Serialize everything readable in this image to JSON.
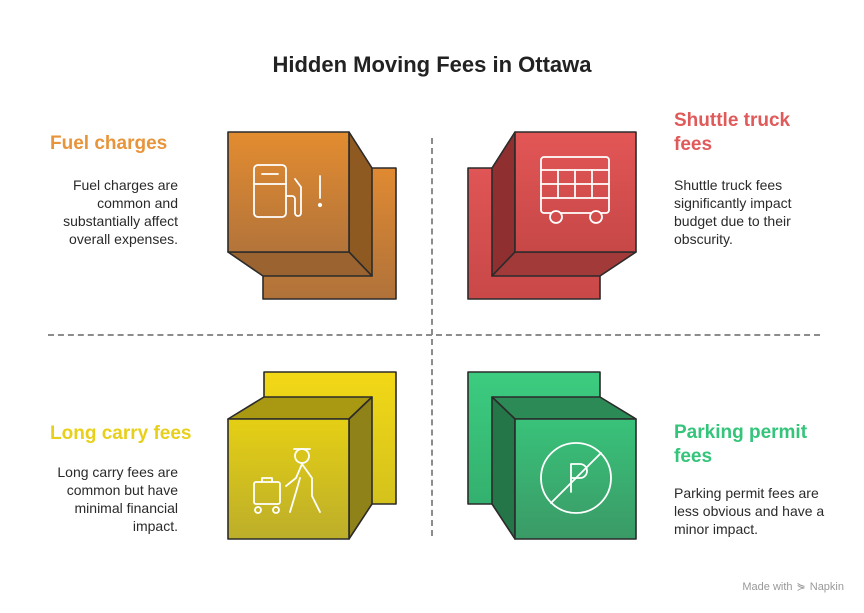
{
  "title": "Hidden Moving Fees in Ottawa",
  "quadrants": [
    {
      "id": "fuel",
      "heading": "Fuel charges",
      "description": "Fuel charges are common and substantially affect overall expenses.",
      "color": "#e8943a",
      "icon": "fuel-pump-icon"
    },
    {
      "id": "shuttle",
      "heading": "Shuttle truck fees",
      "description": "Shuttle truck fees significantly impact budget due to their obscurity.",
      "color": "#e05a5a",
      "icon": "shuttle-bus-icon"
    },
    {
      "id": "carry",
      "heading": "Long carry fees",
      "description": "Long carry fees are common but have minimal financial impact.",
      "color": "#e8cf1a",
      "icon": "porter-luggage-icon"
    },
    {
      "id": "parking",
      "heading": "Parking permit fees",
      "description": "Parking permit fees are less obvious and have a minor impact.",
      "color": "#34c47a",
      "icon": "no-parking-icon"
    }
  ],
  "footer": {
    "made_with": "Made with",
    "brand": "Napkin"
  }
}
